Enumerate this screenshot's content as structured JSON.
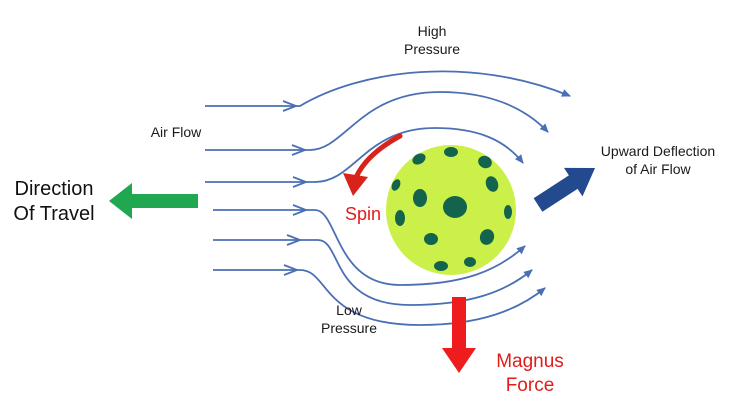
{
  "labels": {
    "high_pressure": [
      "High",
      "Pressure"
    ],
    "air_flow": "Air Flow",
    "direction_of_travel": [
      "Direction",
      "Of Travel"
    ],
    "spin": "Spin",
    "low_pressure": [
      "Low",
      "Pressure"
    ],
    "upward_deflection": [
      "Upward Deflection",
      "of Air Flow"
    ],
    "magnus_force": [
      "Magnus",
      "Force"
    ]
  },
  "colors": {
    "flow_line": "#4a6fb5",
    "ball": "#ccf04a",
    "ball_holes": "#14634d",
    "travel_arrow": "#1fa84f",
    "deflection_arrow": "#23498f",
    "force_arrow": "#ee1c1c",
    "spin_arrow": "#d8231d"
  }
}
